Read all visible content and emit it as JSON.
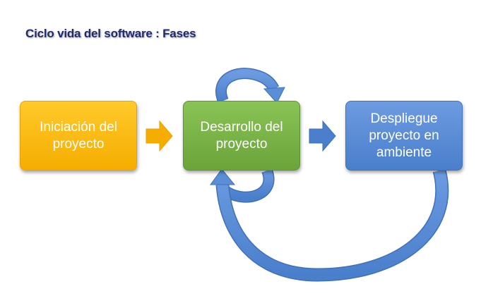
{
  "title": "Ciclo vida del software : Fases",
  "phases": [
    {
      "label": "Iniciación del proyecto",
      "color": "#f5ad00"
    },
    {
      "label": "Desarrollo del proyecto",
      "color": "#6aa43a"
    },
    {
      "label": "Despliegue proyecto en ambiente",
      "color": "#4a7fcc"
    }
  ],
  "colors": {
    "title": "#1f2b6e",
    "arrow_orange": "#f5ad00",
    "arrow_blue": "#4a7fcc",
    "loop_blue": "#5a8fd6"
  }
}
